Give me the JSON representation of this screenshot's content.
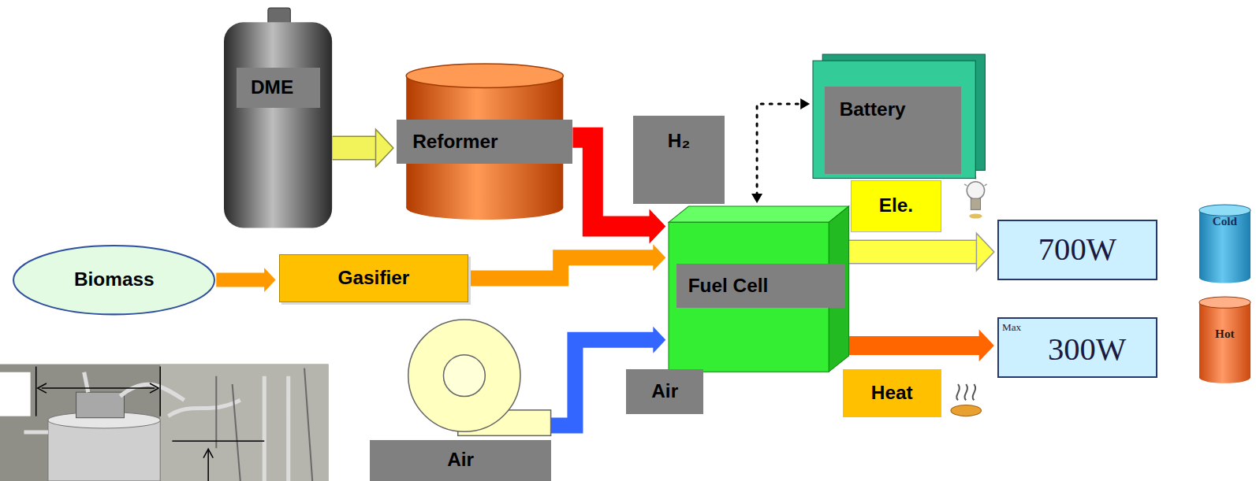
{
  "diagram": {
    "nodes": [
      {
        "text": [
          "DME"
        ]
      },
      {
        "text": [
          "Battery"
        ]
      },
      {
        "text": [
          "Reformer"
        ]
      },
      {
        "text": [
          "H₂"
        ]
      },
      {
        "text": [
          "Ele."
        ]
      },
      {
        "text": [
          "Cold"
        ]
      },
      {
        "text": [
          "700W"
        ]
      },
      {
        "text": [
          "Fuel Cell"
        ]
      },
      {
        "text": [
          "Biomass"
        ]
      },
      {
        "text": [
          "Gasifier"
        ]
      },
      {
        "text": [
          "Hot"
        ]
      },
      {
        "text": [
          "Max",
          "300W"
        ]
      },
      {
        "text": [
          "Air"
        ]
      },
      {
        "text": [
          "Air"
        ]
      },
      {
        "text": [
          "Heat"
        ]
      }
    ],
    "edges": [
      {
        "from": 0,
        "to": 2,
        "arrow": "to"
      },
      {
        "from": 2,
        "to": 7,
        "arrow": "to"
      },
      {
        "from": 8,
        "to": 9,
        "arrow": "to"
      },
      {
        "from": 9,
        "to": 7,
        "arrow": "to"
      },
      {
        "from": 12,
        "to": 7,
        "arrow": "to"
      },
      {
        "from": 7,
        "to": 1,
        "arrow": "both"
      },
      {
        "from": 7,
        "to": 6,
        "arrow": "to"
      },
      {
        "from": 7,
        "to": 11,
        "arrow": "to"
      }
    ]
  }
}
